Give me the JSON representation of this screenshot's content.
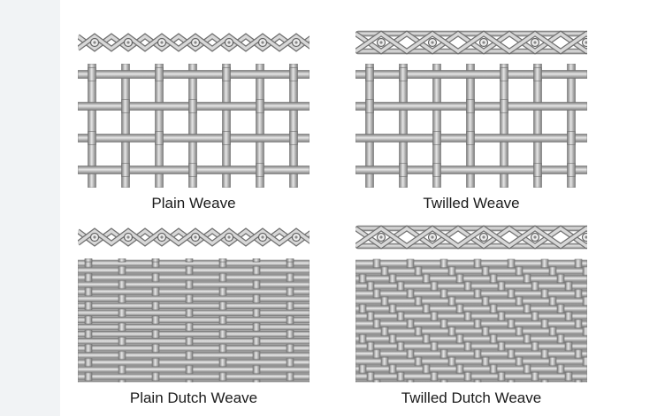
{
  "weaves": [
    {
      "id": "plain",
      "label": "Plain Weave"
    },
    {
      "id": "twill",
      "label": "Twilled Weave"
    },
    {
      "id": "pdutch",
      "label": "Plain Dutch Weave"
    },
    {
      "id": "tdutch",
      "label": "Twilled Dutch Weave"
    }
  ],
  "colors": {
    "wire_light": "#e6e6e6",
    "wire_mid": "#b8b8b8",
    "wire_dark": "#7d7d7d",
    "side_band": "#f1f3f5"
  }
}
